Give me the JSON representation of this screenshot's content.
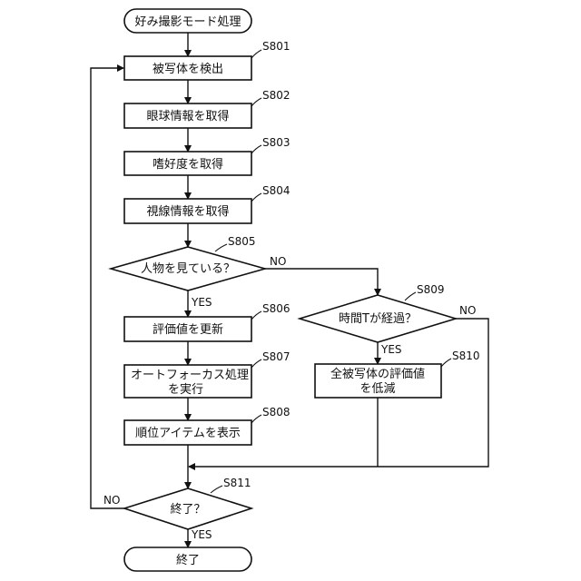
{
  "flowchart": {
    "start": "好み撮影モード処理",
    "end": "終了",
    "steps": {
      "s801": {
        "id": "S801",
        "label": "被写体を検出"
      },
      "s802": {
        "id": "S802",
        "label": "眼球情報を取得"
      },
      "s803": {
        "id": "S803",
        "label": "嗜好度を取得"
      },
      "s804": {
        "id": "S804",
        "label": "視線情報を取得"
      },
      "s805": {
        "id": "S805",
        "label": "人物を見ている？"
      },
      "s806": {
        "id": "S806",
        "label": "評価値を更新"
      },
      "s807": {
        "id": "S807",
        "line1": "オートフォーカス処理",
        "line2": "を実行"
      },
      "s808": {
        "id": "S808",
        "label": "順位アイテムを表示"
      },
      "s809": {
        "id": "S809",
        "label": "時間Tが経過？"
      },
      "s810": {
        "id": "S810",
        "line1": "全被写体の評価値",
        "line2": "を低減"
      },
      "s811": {
        "id": "S811",
        "label": "終了？"
      }
    },
    "edge_labels": {
      "s805_no": "NO",
      "s805_yes": "YES",
      "s809_no": "NO",
      "s809_yes": "YES",
      "s811_no": "NO",
      "s811_yes": "YES"
    }
  }
}
